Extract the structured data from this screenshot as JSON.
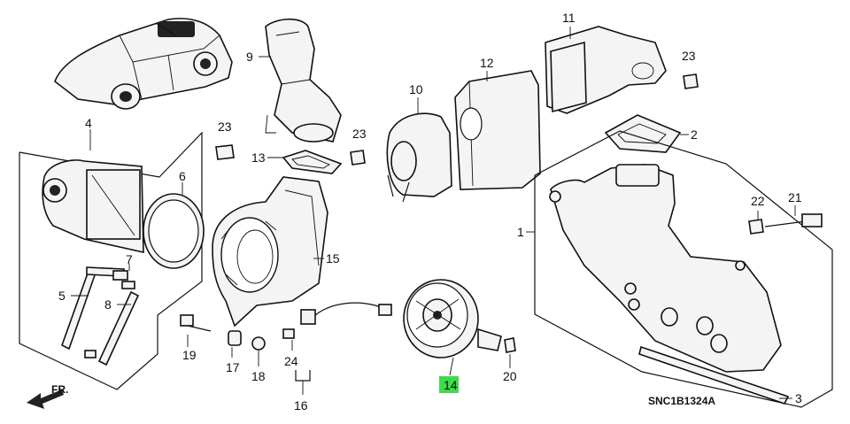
{
  "diagram": {
    "code": "SNC1B1324A",
    "direction": "FR.",
    "highlight_color": "#3ddc4a",
    "callouts": {
      "c1": "1",
      "c2": "2",
      "c3": "3",
      "c4": "4",
      "c5": "5",
      "c6": "6",
      "c7": "7",
      "c8": "8",
      "c9": "9",
      "c10": "10",
      "c11": "11",
      "c12": "12",
      "c13": "13",
      "c14": "14",
      "c15": "15",
      "c16": "16",
      "c17": "17",
      "c18": "18",
      "c19": "19",
      "c20": "20",
      "c21": "21",
      "c22": "22",
      "c23a": "23",
      "c23b": "23",
      "c23c": "23",
      "c24": "24"
    }
  }
}
